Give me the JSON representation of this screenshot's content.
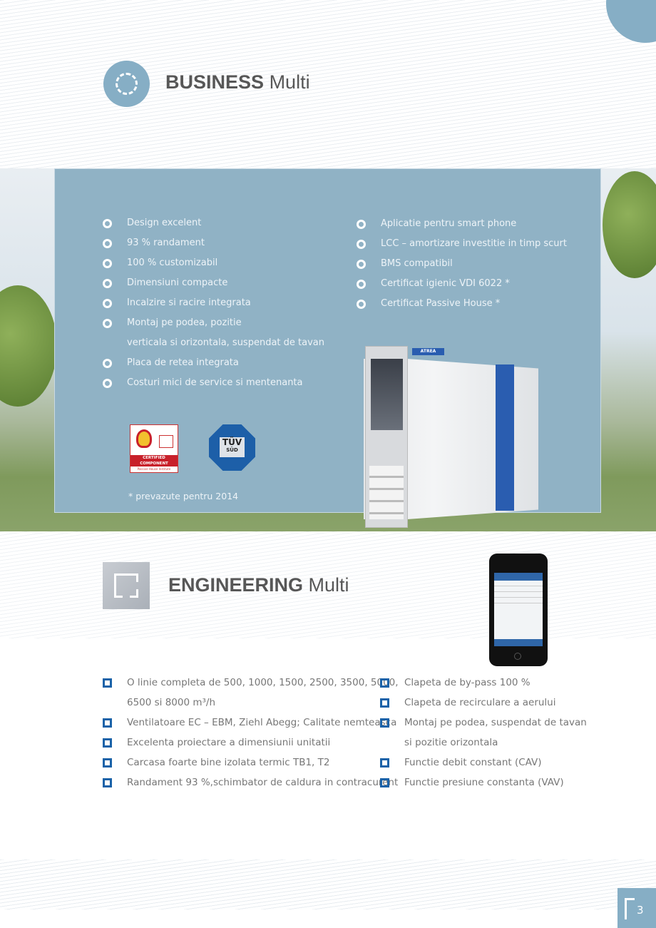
{
  "business": {
    "title_bold": "BUSINESS",
    "title_light": "Multi",
    "features_left": [
      "Design excelent",
      "93 % randament",
      "100 % customizabil",
      "Dimensiuni compacte",
      "Incalzire si racire integrata",
      "Montaj pe podea, pozitie",
      "verticala si orizontala, suspendat de tavan",
      "Placa de retea integrata",
      "Costuri mici de service si mentenanta"
    ],
    "features_right": [
      "Aplicatie pentru smart phone",
      "LCC – amortizare investitie in timp scurt",
      "BMS compatibil",
      "Certificat igienic VDI 6022 *",
      "Certificat Passive House *"
    ],
    "certified_logo": {
      "line1": "CERTIFIED",
      "line2": "COMPONENT",
      "line3": "Passive House Institute"
    },
    "tuv_logo": {
      "line1": "TÜV",
      "line2": "SÜD"
    },
    "footnote": "* prevazute pentru 2014",
    "product_brand": "ATREA"
  },
  "engineering": {
    "title_bold": "ENGINEERING",
    "title_light": "Multi",
    "features_left": [
      "O linie completa de 500, 1000, 1500, 2500, 3500, 5000,",
      "6500 si 8000 m³/h",
      "Ventilatoare EC – EBM, Ziehl Abegg; Calitate nemteasca",
      "Excelenta proiectare a dimensiunii unitatii",
      "Carcasa foarte bine izolata termic TB1, T2",
      "Randament 93 %,schimbator de caldura in contracurent"
    ],
    "features_right": [
      "Clapeta de by-pass 100 %",
      "Clapeta de recirculare a aerului",
      "Montaj pe podea, suspendat de tavan",
      "si pozitie orizontala",
      "Functie debit constant (CAV)",
      "Functie presiune constanta (VAV)"
    ]
  },
  "page_number": "3",
  "colors": {
    "accent": "#1a62a8",
    "panel": "#90b2c5",
    "icon_circle": "#86aec5"
  }
}
